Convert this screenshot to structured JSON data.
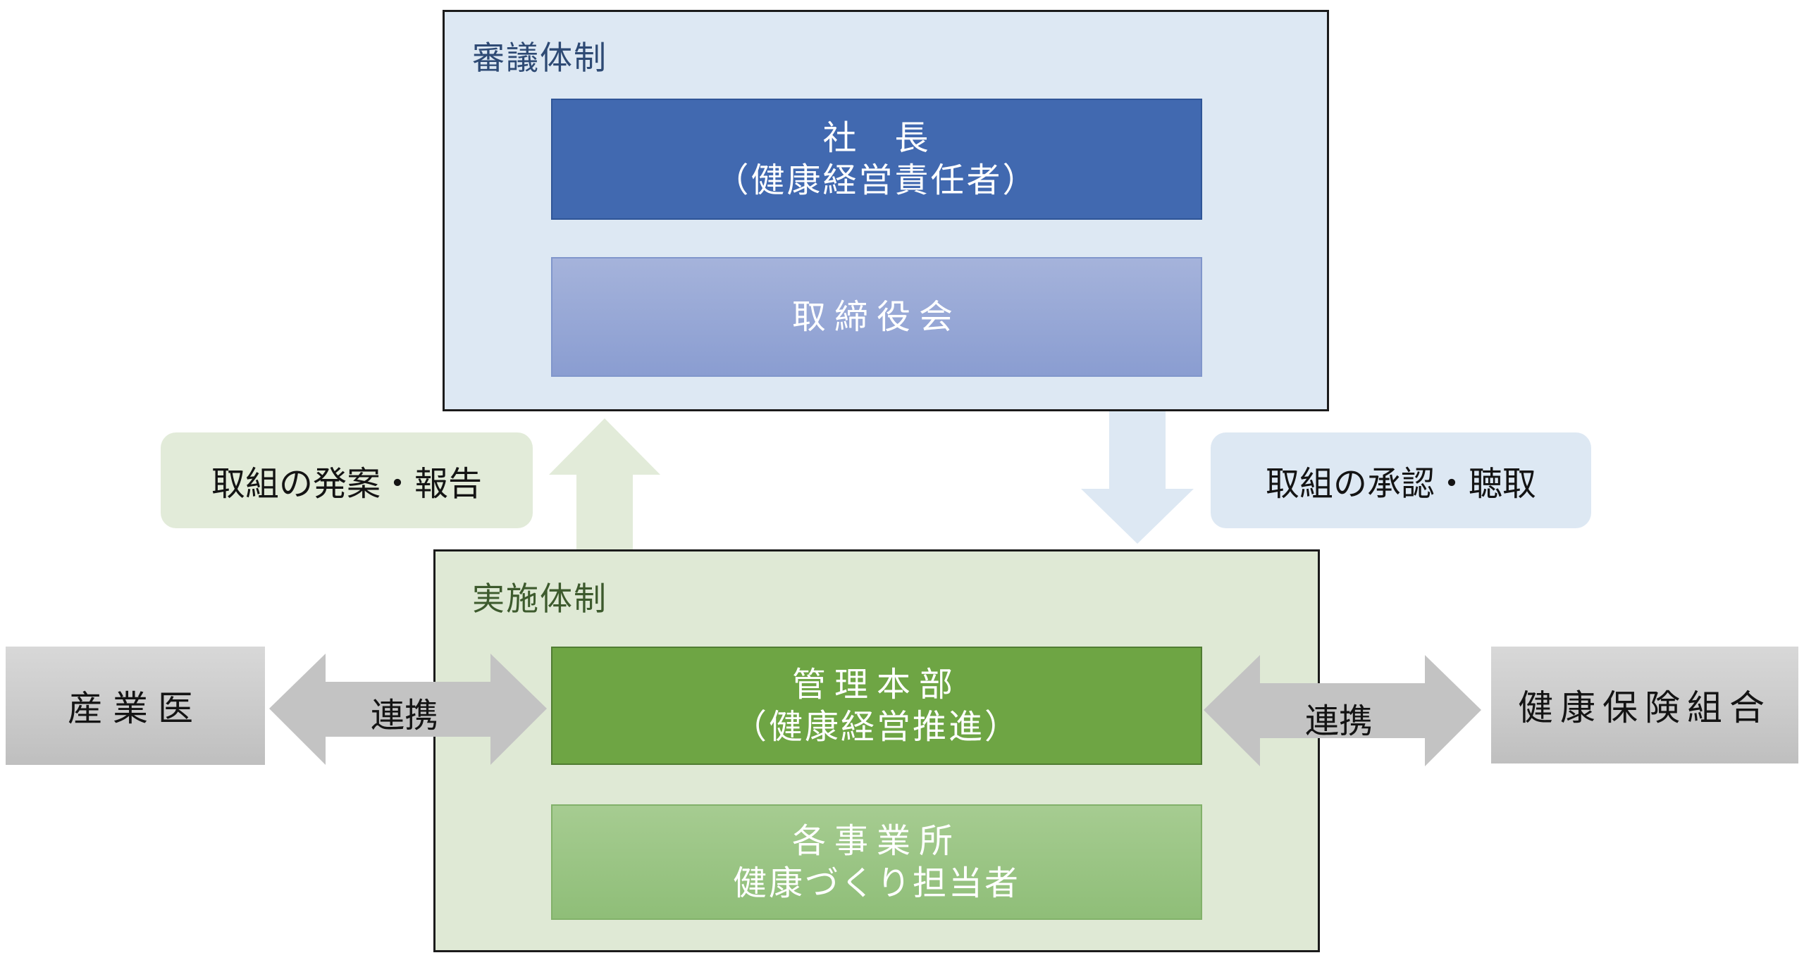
{
  "review_system": {
    "title": "審議体制",
    "president": {
      "line1": "社　長",
      "line2": "（健康経営責任者）"
    },
    "board": {
      "label": "取締役会"
    }
  },
  "implementation_system": {
    "title": "実施体制",
    "headquarters": {
      "line1": "管理本部",
      "line2": "（健康経営推進）"
    },
    "sites": {
      "line1": "各事業所",
      "line2": "健康づくり担当者"
    }
  },
  "flows": {
    "propose_report": "取組の発案・報告",
    "approve_hear": "取組の承認・聴取"
  },
  "partners": {
    "left": {
      "name": "産業医",
      "link_label": "連携"
    },
    "right": {
      "name": "健康保険組合",
      "link_label": "連携"
    }
  },
  "colors": {
    "review_panel": "#dde8f3",
    "impl_panel": "#dfe9d5",
    "president_box": "#4169b0",
    "board_box": "#8a9dd1",
    "hq_box": "#6ea544",
    "sites_box": "#8fbe78",
    "partner_box": "#cccccc"
  }
}
